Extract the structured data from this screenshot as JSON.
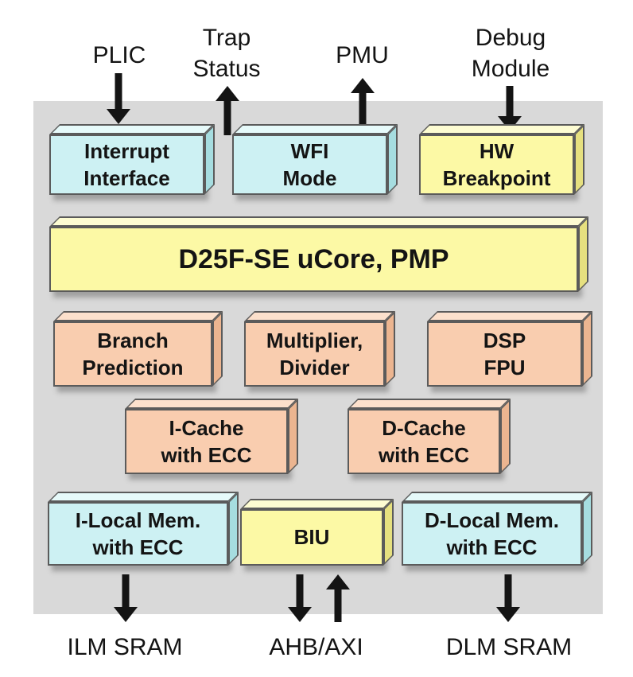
{
  "title": "D25F-SE core block diagram",
  "colors": {
    "canvas": "#ffffff",
    "panel": "#d9d9d9",
    "stroke": "#5b5b5b",
    "ink": "#141414",
    "cyan-front": "#cdf1f3",
    "cyan-top": "#e6fafa",
    "cyan-side": "#a6dde0",
    "yellow-front": "#fcf9a5",
    "yellow-top": "#fdfcd2",
    "yellow-side": "#e6e07f",
    "peach-front": "#f9cdaf",
    "peach-top": "#fce0cc",
    "peach-side": "#ecb590"
  },
  "external_labels": {
    "plic": "PLIC",
    "trap_status": "Trap\nStatus",
    "pmu": "PMU",
    "debug_module": "Debug\nModule",
    "ilm_sram": "ILM SRAM",
    "ahb_axi": "AHB/AXI",
    "dlm_sram": "DLM SRAM"
  },
  "blocks": {
    "interrupt_interface": {
      "label": "Interrupt\nInterface",
      "color": "cyan"
    },
    "wfi_mode": {
      "label": "WFI\nMode",
      "color": "cyan"
    },
    "hw_breakpoint": {
      "label": "HW\nBreakpoint",
      "color": "yellow"
    },
    "ucore": {
      "label": "D25F-SE uCore, PMP",
      "color": "yellow"
    },
    "branch_prediction": {
      "label": "Branch\nPrediction",
      "color": "peach"
    },
    "multiplier_divider": {
      "label": "Multiplier,\nDivider",
      "color": "peach"
    },
    "dsp_fpu": {
      "label": "DSP\nFPU",
      "color": "peach"
    },
    "icache": {
      "label": "I-Cache\nwith ECC",
      "color": "peach"
    },
    "dcache": {
      "label": "D-Cache\nwith ECC",
      "color": "peach"
    },
    "ilm": {
      "label": "I-Local Mem.\nwith ECC",
      "color": "cyan"
    },
    "biu": {
      "label": "BIU",
      "color": "yellow"
    },
    "dlm": {
      "label": "D-Local Mem.\nwith ECC",
      "color": "cyan"
    }
  },
  "arrows": [
    {
      "name": "plic-to-interrupt-interface",
      "direction": "down"
    },
    {
      "name": "trap-status-out",
      "direction": "up"
    },
    {
      "name": "pmu-out",
      "direction": "up"
    },
    {
      "name": "debug-module-to-hw-breakpoint",
      "direction": "down"
    },
    {
      "name": "ilm-to-ilm-sram",
      "direction": "down"
    },
    {
      "name": "biu-to-ahb-axi",
      "direction": "down"
    },
    {
      "name": "ahb-axi-to-biu",
      "direction": "up"
    },
    {
      "name": "dlm-to-dlm-sram",
      "direction": "down"
    }
  ]
}
